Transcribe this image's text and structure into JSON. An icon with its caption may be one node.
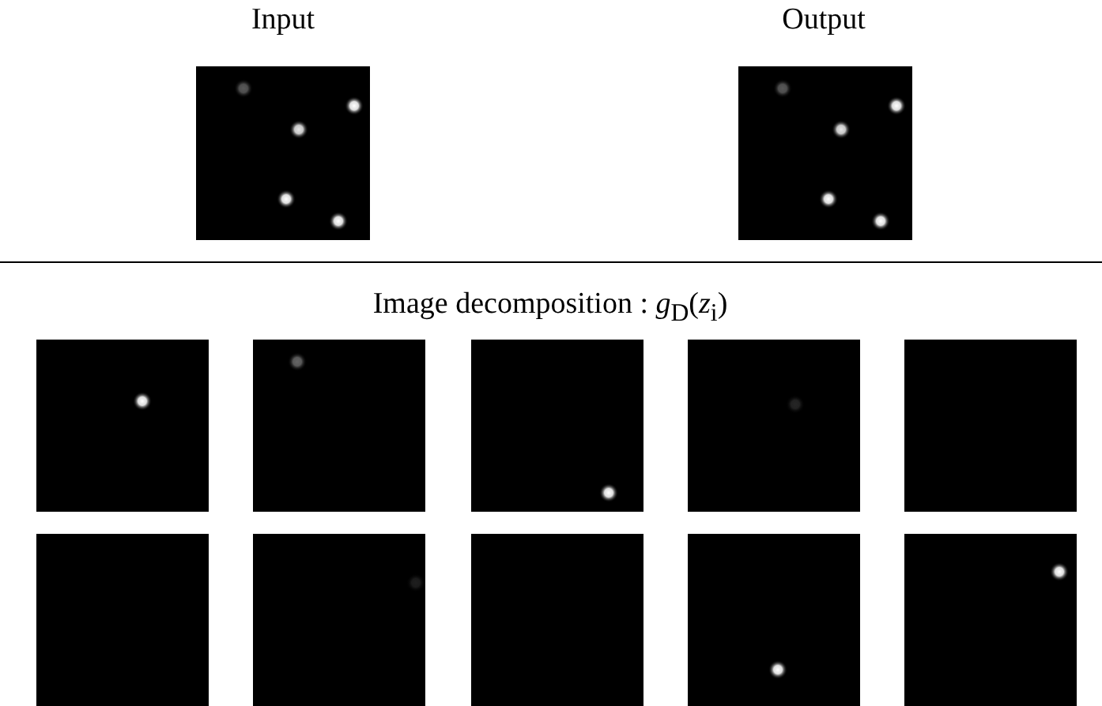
{
  "diagram": {
    "labels": [
      "Input",
      "Output",
      "Image decomposition : *g*$_{D}$(*z*$_{i}$)"
    ]
  }
}
